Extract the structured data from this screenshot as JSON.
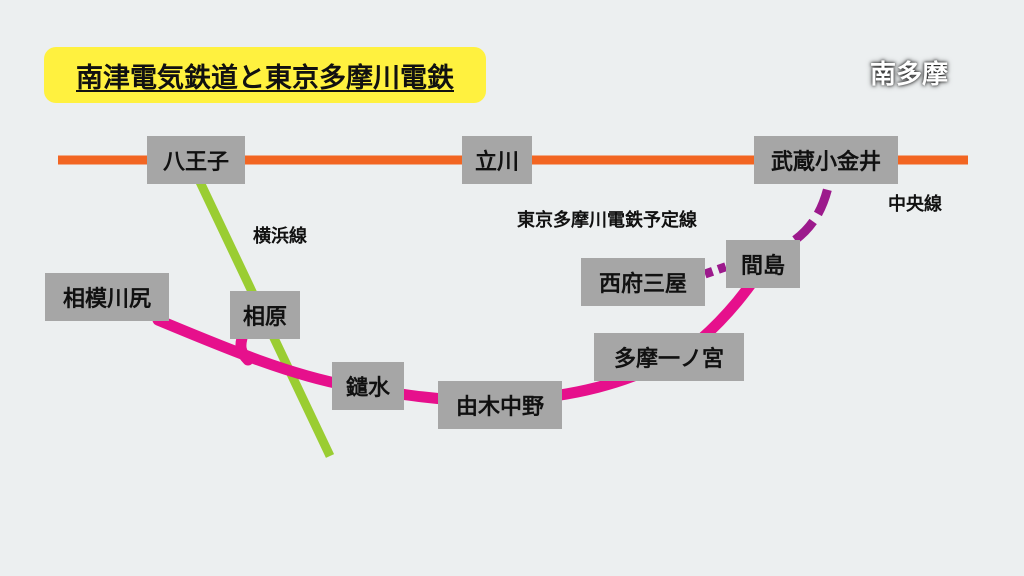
{
  "title": "南津電気鉄道と東京多摩川電鉄",
  "brand": "南多摩",
  "colors": {
    "chuo_line": "#f26522",
    "yokohama_line": "#9acd32",
    "nanshin_line": "#e6108c",
    "tokyo_tamagawa_planned": "#9c1a8c",
    "station_box": "#a6a6a6",
    "title_bg": "#fff13f"
  },
  "stations": {
    "hachioji": "八王子",
    "tachikawa": "立川",
    "musashi_koganei": "武蔵小金井",
    "sagamihara": "相模川尻",
    "aihara": "相原",
    "yarimizu": "鑓水",
    "yugi_nakano": "由木中野",
    "tama_ichinomiya": "多摩一ノ宮",
    "mashima": "間島",
    "nishifu_mitsuya": "西府三屋"
  },
  "lines": {
    "yokohama": "横浜線",
    "chuo": "中央線",
    "tokyo_tamagawa_planned": "東京多摩川電鉄予定線"
  }
}
